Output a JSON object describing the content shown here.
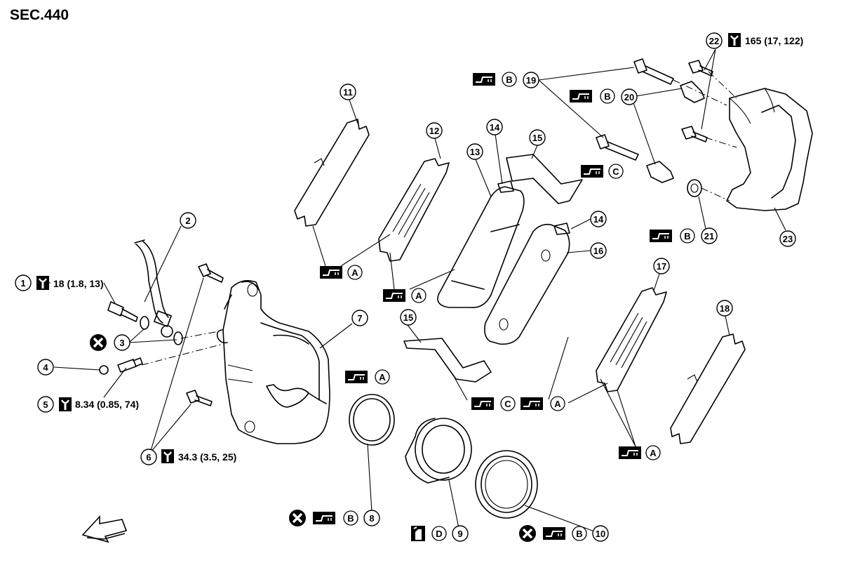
{
  "title": "SEC.440",
  "torque_specs": {
    "t1": "18 (1.8, 13)",
    "t5": "8.34 (0.85, 74)",
    "t6": "34.3 (3.5, 25)",
    "t22": "165 (17, 122)"
  },
  "callouts": [
    "1",
    "2",
    "3",
    "4",
    "5",
    "6",
    "7",
    "8",
    "9",
    "10",
    "11",
    "12",
    "13",
    "14",
    "15",
    "16",
    "17",
    "18",
    "19",
    "20",
    "21",
    "22",
    "23"
  ],
  "symbol_letters": {
    "a": "A",
    "b": "B",
    "c": "C",
    "d": "D"
  }
}
